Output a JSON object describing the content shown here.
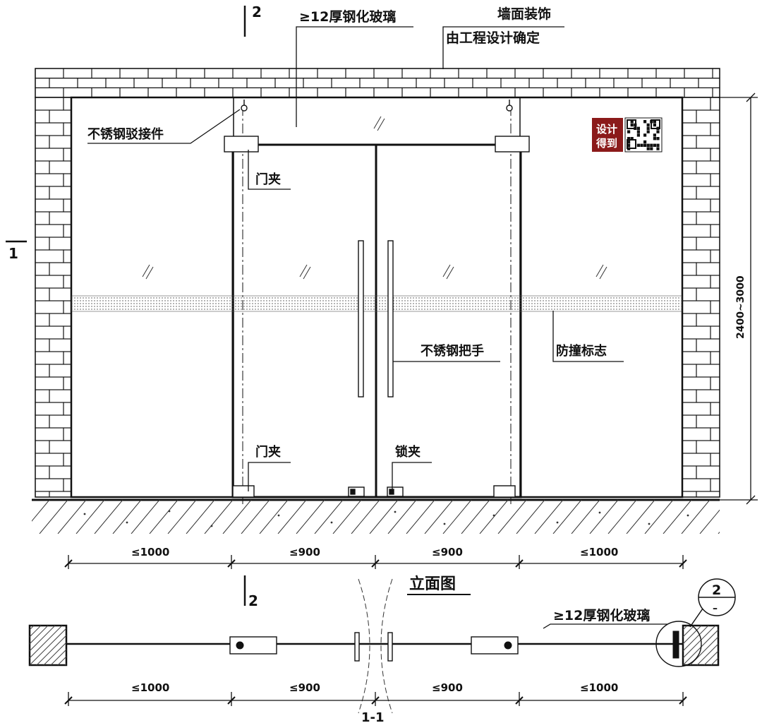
{
  "labels": {
    "glass_top": "≥12厚钢化玻璃",
    "wall_finish": "墙面装饰",
    "wall_finish_note": "由工程设计确定",
    "connector": "不锈钢驳接件",
    "door_clamp_top": "门夹",
    "door_clamp_bottom": "门夹",
    "lock_clamp": "锁夹",
    "handle": "不锈钢把手",
    "bump_mark": "防撞标志",
    "height_dim": "2400~3000",
    "elevation_title": "立面图",
    "glass_plan": "≥12厚钢化玻璃",
    "section_ref_top": "2",
    "section_ref_bottom": "2",
    "section_mark_left": "1",
    "detail_num": "2",
    "detail_sheet": "–",
    "section_title": "1-1"
  },
  "dimensions": {
    "elevation": [
      "≤1000",
      "≤900",
      "≤900",
      "≤1000"
    ],
    "plan": [
      "≤1000",
      "≤900",
      "≤900",
      "≤1000"
    ]
  },
  "badge": {
    "line1": "设计",
    "line2": "得到",
    "color": "#8b1a1a"
  },
  "colors": {
    "ink": "#111111",
    "hatch": "#333333",
    "badge": "#8b1a1a"
  }
}
